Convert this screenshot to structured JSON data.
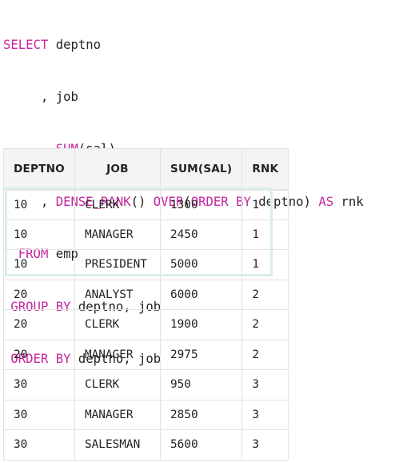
{
  "query": {
    "lines": [
      [
        {
          "t": "SELECT",
          "k": true
        },
        {
          "t": " deptno",
          "k": false
        }
      ],
      [
        {
          "t": "     , job",
          "k": false
        }
      ],
      [
        {
          "t": "     , ",
          "k": false
        },
        {
          "t": "SUM",
          "k": true
        },
        {
          "t": "(sal)",
          "k": false
        }
      ],
      [
        {
          "t": "     , ",
          "k": false
        },
        {
          "t": "DENSE_RANK",
          "k": true
        },
        {
          "t": "() ",
          "k": false
        },
        {
          "t": "OVER",
          "k": true
        },
        {
          "t": "(",
          "k": false
        },
        {
          "t": "ORDER BY",
          "k": true
        },
        {
          "t": " deptno) ",
          "k": false
        },
        {
          "t": "AS",
          "k": true
        },
        {
          "t": " rnk",
          "k": false
        }
      ],
      [
        {
          "t": "  FROM",
          "k": true
        },
        {
          "t": " emp",
          "k": false
        }
      ],
      [
        {
          "t": " GROUP BY",
          "k": true
        },
        {
          "t": " deptno, job",
          "k": false
        }
      ],
      [
        {
          "t": " ORDER BY",
          "k": true
        },
        {
          "t": " deptno, job",
          "k": false
        }
      ]
    ]
  },
  "colors": {
    "keyword": "#c4269e",
    "text": "#222222",
    "highlight_border": "#d9f0e2",
    "header_bg": "#f4f4f4"
  },
  "result": {
    "columns": [
      "DEPTNO",
      "JOB",
      "SUM(SAL)",
      "RNK"
    ],
    "rows": [
      [
        "10",
        "CLERK",
        "1300",
        "1"
      ],
      [
        "10",
        "MANAGER",
        "2450",
        "1"
      ],
      [
        "10",
        "PRESIDENT",
        "5000",
        "1"
      ],
      [
        "20",
        "ANALYST",
        "6000",
        "2"
      ],
      [
        "20",
        "CLERK",
        "1900",
        "2"
      ],
      [
        "20",
        "MANAGER",
        "2975",
        "2"
      ],
      [
        "30",
        "CLERK",
        "950",
        "3"
      ],
      [
        "30",
        "MANAGER",
        "2850",
        "3"
      ],
      [
        "30",
        "SALESMAN",
        "5600",
        "3"
      ]
    ],
    "highlighted_rows": [
      0,
      1,
      2
    ]
  }
}
